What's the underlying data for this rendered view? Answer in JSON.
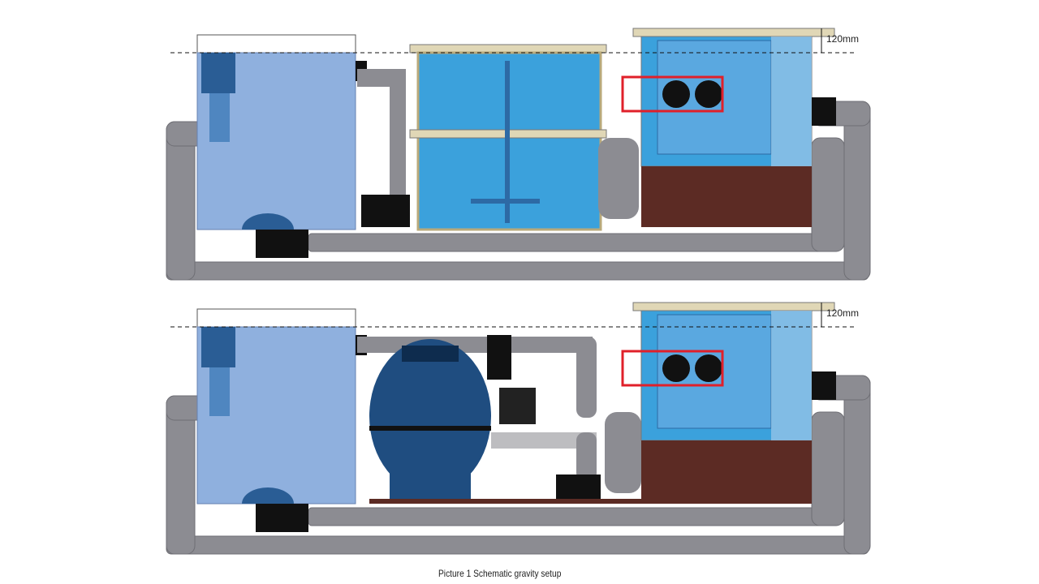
{
  "diagram": {
    "top_panel": {
      "dimension_label": "120mm"
    },
    "bottom_panel": {
      "dimension_label": "120mm"
    },
    "caption": "Picture 1  Schematic gravity setup"
  },
  "colors": {
    "pipe": "#8c8c92",
    "pond_water": "#8fb0de",
    "tank_water": "#3ba1dc",
    "base": "#5c2b24",
    "highlight": "#e0202a",
    "filter_body": "#1f4d80"
  }
}
